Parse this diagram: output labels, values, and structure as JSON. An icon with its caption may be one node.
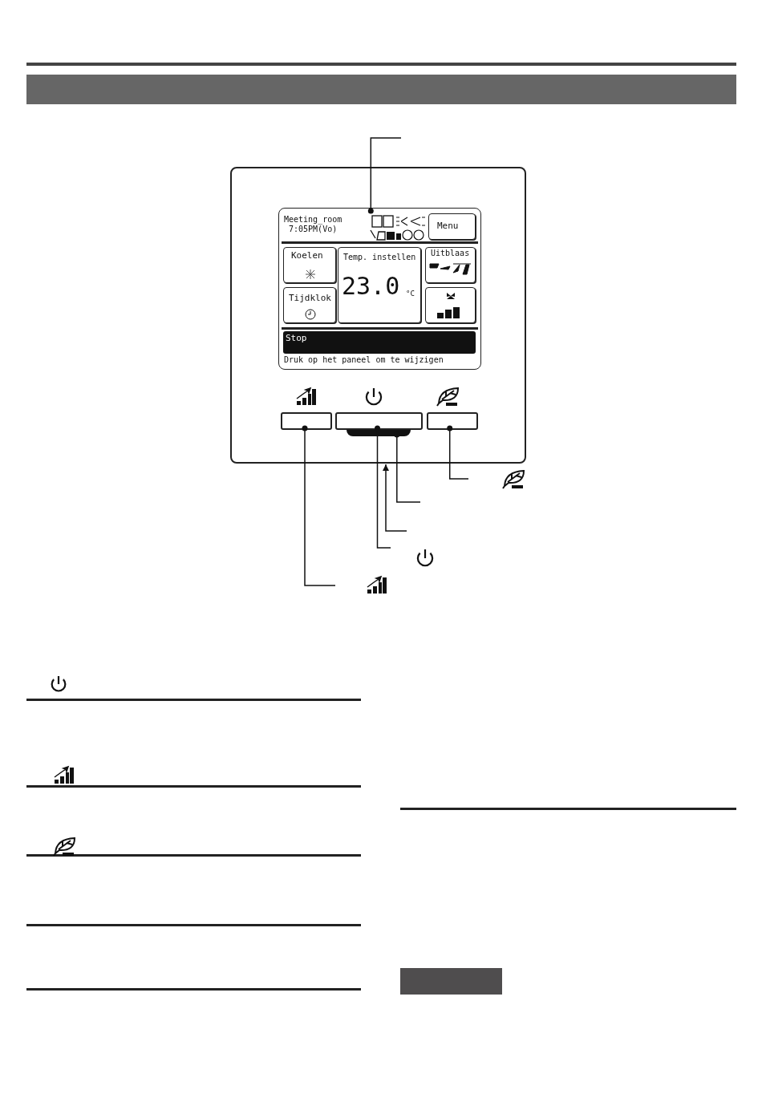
{
  "diagram": {
    "nodes": [
      {
        "text": [],
        "shape": "box"
      },
      {
        "text": [],
        "shape": "box",
        "in": 0
      },
      {
        "text": [],
        "shape": "box",
        "in": 1
      },
      {
        "text": [
          "Menu"
        ],
        "in": 1
      },
      {
        "text": [
          "Koelen"
        ],
        "in": 1
      },
      {
        "text": [
          "Temp. instellen",
          "23.0",
          "°C"
        ],
        "in": 1
      },
      {
        "text": [
          "Uitblaas"
        ],
        "in": 1
      },
      {
        "text": [
          "Tijdklok"
        ],
        "in": 1
      },
      {
        "text": [],
        "shape": "box",
        "in": 1
      },
      {
        "text": [
          "Stop"
        ],
        "in": 1
      },
      {
        "text": [],
        "shape": "box",
        "in": 0
      },
      {
        "text": [],
        "shape": "box",
        "in": 0
      },
      {
        "text": [],
        "shape": "box",
        "in": 0
      },
      {
        "text": [],
        "shape": "bar",
        "in": 0
      },
      {
        "text": [],
        "shape": "bar"
      },
      {
        "text": [],
        "shape": "bar"
      }
    ],
    "edges": [
      {
        "from": 2,
        "to": null,
        "arrow": "other"
      },
      {
        "from": 12,
        "to": null,
        "arrow": "other"
      },
      {
        "from": 13,
        "to": null,
        "arrow": "other"
      },
      {
        "from": null,
        "to": 0,
        "arrow": "to"
      },
      {
        "from": 11,
        "to": null,
        "arrow": "other"
      },
      {
        "from": 10,
        "to": null,
        "arrow": "other"
      }
    ],
    "labels": [
      "Meeting_room",
      "7:05PM(Vo)",
      "Druk op het paneel om te wijzigen"
    ]
  }
}
